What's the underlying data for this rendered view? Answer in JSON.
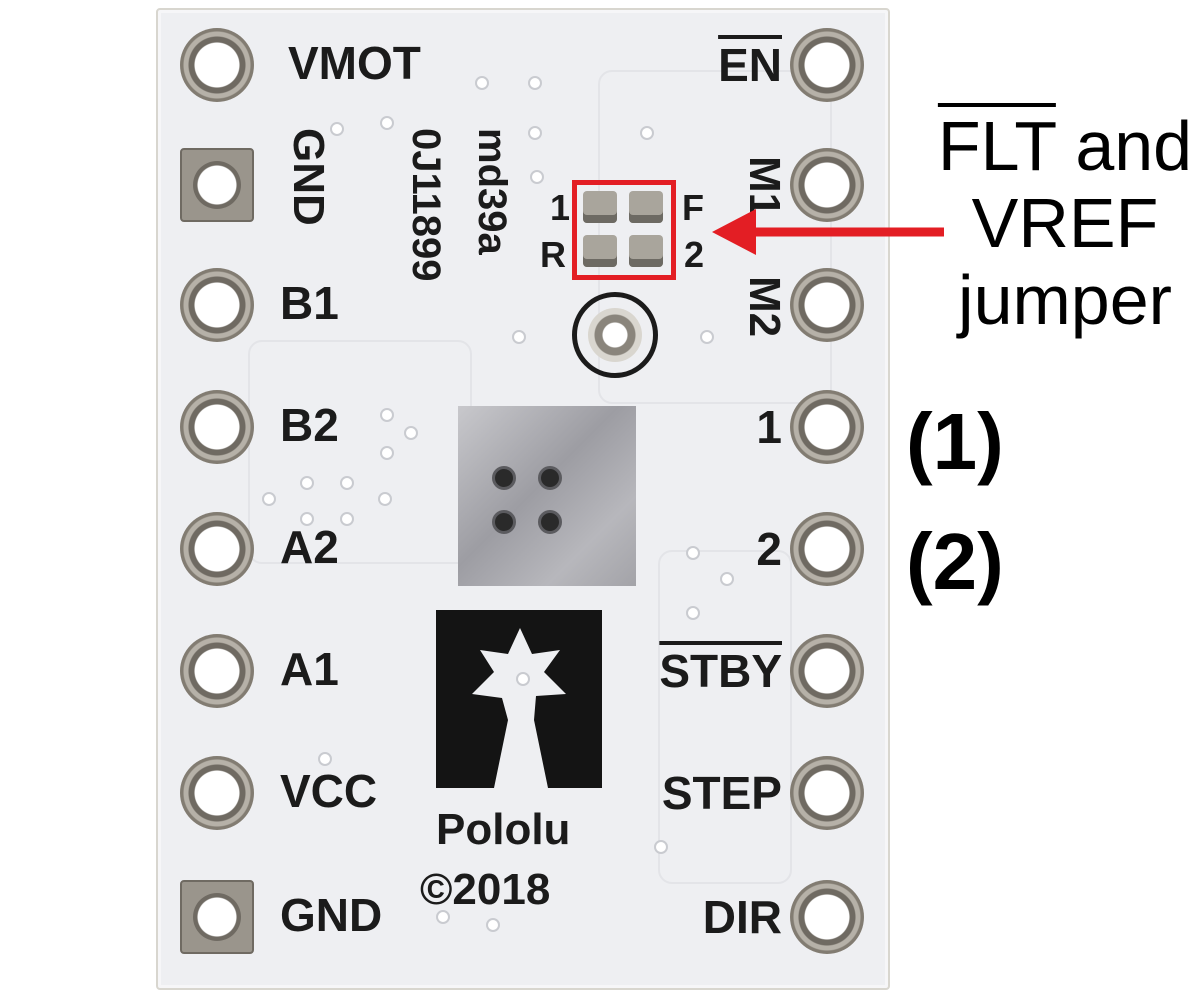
{
  "left_pins": [
    {
      "label": "VMOT",
      "shape": "round"
    },
    {
      "label": "GND",
      "shape": "square"
    },
    {
      "label": "B1",
      "shape": "round"
    },
    {
      "label": "B2",
      "shape": "round"
    },
    {
      "label": "A2",
      "shape": "round"
    },
    {
      "label": "A1",
      "shape": "round"
    },
    {
      "label": "VCC",
      "shape": "round"
    },
    {
      "label": "GND",
      "shape": "square"
    }
  ],
  "right_pins": [
    {
      "label": "EN",
      "overline": true
    },
    {
      "label": "M1",
      "overline": false
    },
    {
      "label": "M2",
      "overline": false
    },
    {
      "label": "1",
      "overline": false
    },
    {
      "label": "2",
      "overline": false
    },
    {
      "label": "STBY",
      "overline": true
    },
    {
      "label": "STEP",
      "overline": false
    },
    {
      "label": "DIR",
      "overline": false
    }
  ],
  "board_text": {
    "part_code": "md39a",
    "serial": "0J11899",
    "brand": "Pololu",
    "copyright": "©2018",
    "jumper_top_left": "1",
    "jumper_top_right": "F",
    "jumper_bottom_left": "R",
    "jumper_bottom_right": "2"
  },
  "annotations": {
    "callout_overline": "FLT",
    "callout_rest": " and",
    "callout_line2": "VREF",
    "callout_line3": "jumper",
    "pin1_note": "(1)",
    "pin2_note": "(2)",
    "highlight_color": "#e31e24"
  }
}
